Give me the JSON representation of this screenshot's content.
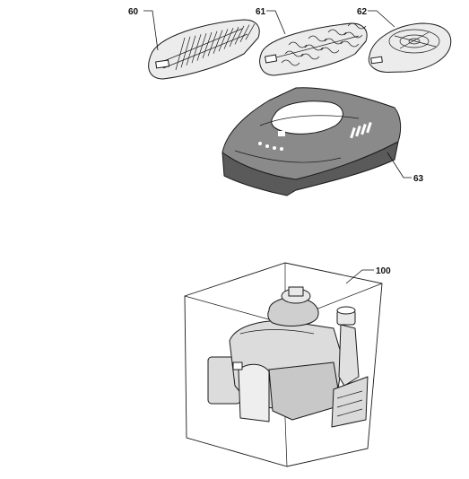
{
  "diagram": {
    "parts": [
      {
        "id": "p60",
        "number": "60"
      },
      {
        "id": "p61",
        "number": "61"
      },
      {
        "id": "p62",
        "number": "62"
      },
      {
        "id": "p63",
        "number": "63"
      },
      {
        "id": "p100",
        "number": "100"
      }
    ],
    "colors": {
      "outline": "#1a1a1a",
      "light_fill": "#ececec",
      "cover_fill": "#8a8a8a",
      "cover_dark": "#5a5a5a",
      "engine_fill": "#dcdcdc"
    }
  }
}
